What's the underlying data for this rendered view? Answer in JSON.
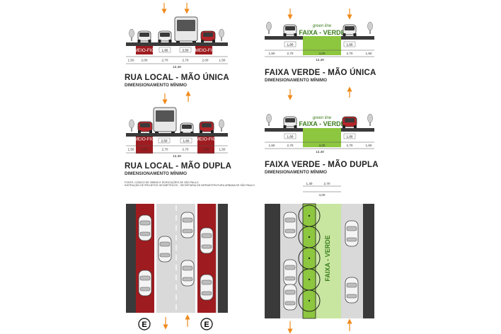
{
  "local_one_way": {
    "title": "RUA LOCAL - MÃO ÚNICA",
    "subtitle": "DIMENSIONAMENTO MÍNIMO",
    "curb_label": "MEIO-FIO",
    "dims": [
      "1,50",
      "2,00",
      "2,70",
      "2,70",
      "2,00",
      "1,50"
    ],
    "car_dims": [
      "1,60",
      "2,50"
    ],
    "total": "12,40"
  },
  "local_two_way": {
    "title": "RUA LOCAL - MÃO DUPLA",
    "subtitle": "DIMENSIONAMENTO MÍNIMO",
    "curb_label": "MEIO-FIO",
    "dims": [
      "1,50",
      "2,00",
      "2,70",
      "2,70",
      "2,00",
      "1,50"
    ],
    "car_dims": [
      "2,50",
      "1,60"
    ],
    "total": "12,40"
  },
  "green_one_way": {
    "title": "FAIXA VERDE - MÃO ÚNICA",
    "subtitle": "DIMENSIONAMENTO MÍNIMO",
    "band_label": "FAIXA - VERDE",
    "band_caption": "green line",
    "dims": [
      "1,50",
      "2,70",
      "4,00",
      "2,70",
      "1,50"
    ],
    "car_dims": [
      "1,60",
      "1,60"
    ],
    "total": "12,40"
  },
  "green_two_way": {
    "title": "FAIXA VERDE - MÃO DUPLA",
    "subtitle": "DIMENSIONAMENTO MÍNIMO",
    "band_label": "FAIXA - VERDE",
    "band_caption": "green line",
    "dims": [
      "1,50",
      "2,70",
      "4,00",
      "2,70",
      "1,50"
    ],
    "car_dims": [
      "1,60",
      "1,60"
    ],
    "total": "12,40"
  },
  "source_note": {
    "line1": "FONTE: CÓDIGO DE OBRAS E EDIFICAÇÕES DE SÃO PAULO",
    "line2": "INSTRUÇÃO DE PROJETOS GEOMÉTRICOS - SECRETARIA DE INFRAESTRUTURA URBANA DE SÃO PAULO"
  },
  "plan_green": {
    "band_label": "FAIXA - VERDE",
    "top_dims": [
      "1,30",
      "2,70",
      "4,00"
    ]
  },
  "parking_symbol": "E",
  "colors": {
    "red": "#9e1b1f",
    "green": "#8dc63f",
    "green_text": "#3a7d1c",
    "arrow": "#f08a1c",
    "asphalt": "#d9d9d9",
    "dark": "#3a3a3a"
  }
}
